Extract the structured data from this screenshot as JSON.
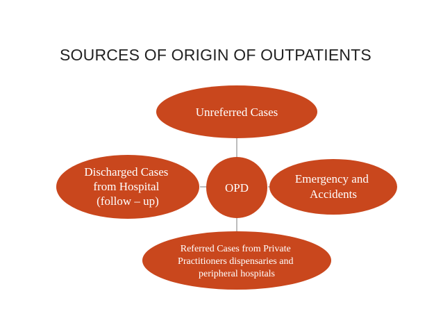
{
  "title": "SOURCES OF ORIGIN OF OUTPATIENTS",
  "colors": {
    "node": "#c9471d",
    "connector": "#a7a7a7",
    "text": "#ffffff"
  },
  "nodes": {
    "center": {
      "lines": [
        "OPD"
      ]
    },
    "top": {
      "lines": [
        "Unreferred Cases"
      ]
    },
    "left": {
      "lines": [
        "Discharged Cases",
        "from Hospital",
        "(follow – up)"
      ]
    },
    "right": {
      "lines": [
        "Emergency and",
        "Accidents"
      ]
    },
    "bottom": {
      "lines": [
        "Referred Cases from Private",
        "Practitioners dispensaries and",
        "peripheral hospitals"
      ]
    }
  }
}
